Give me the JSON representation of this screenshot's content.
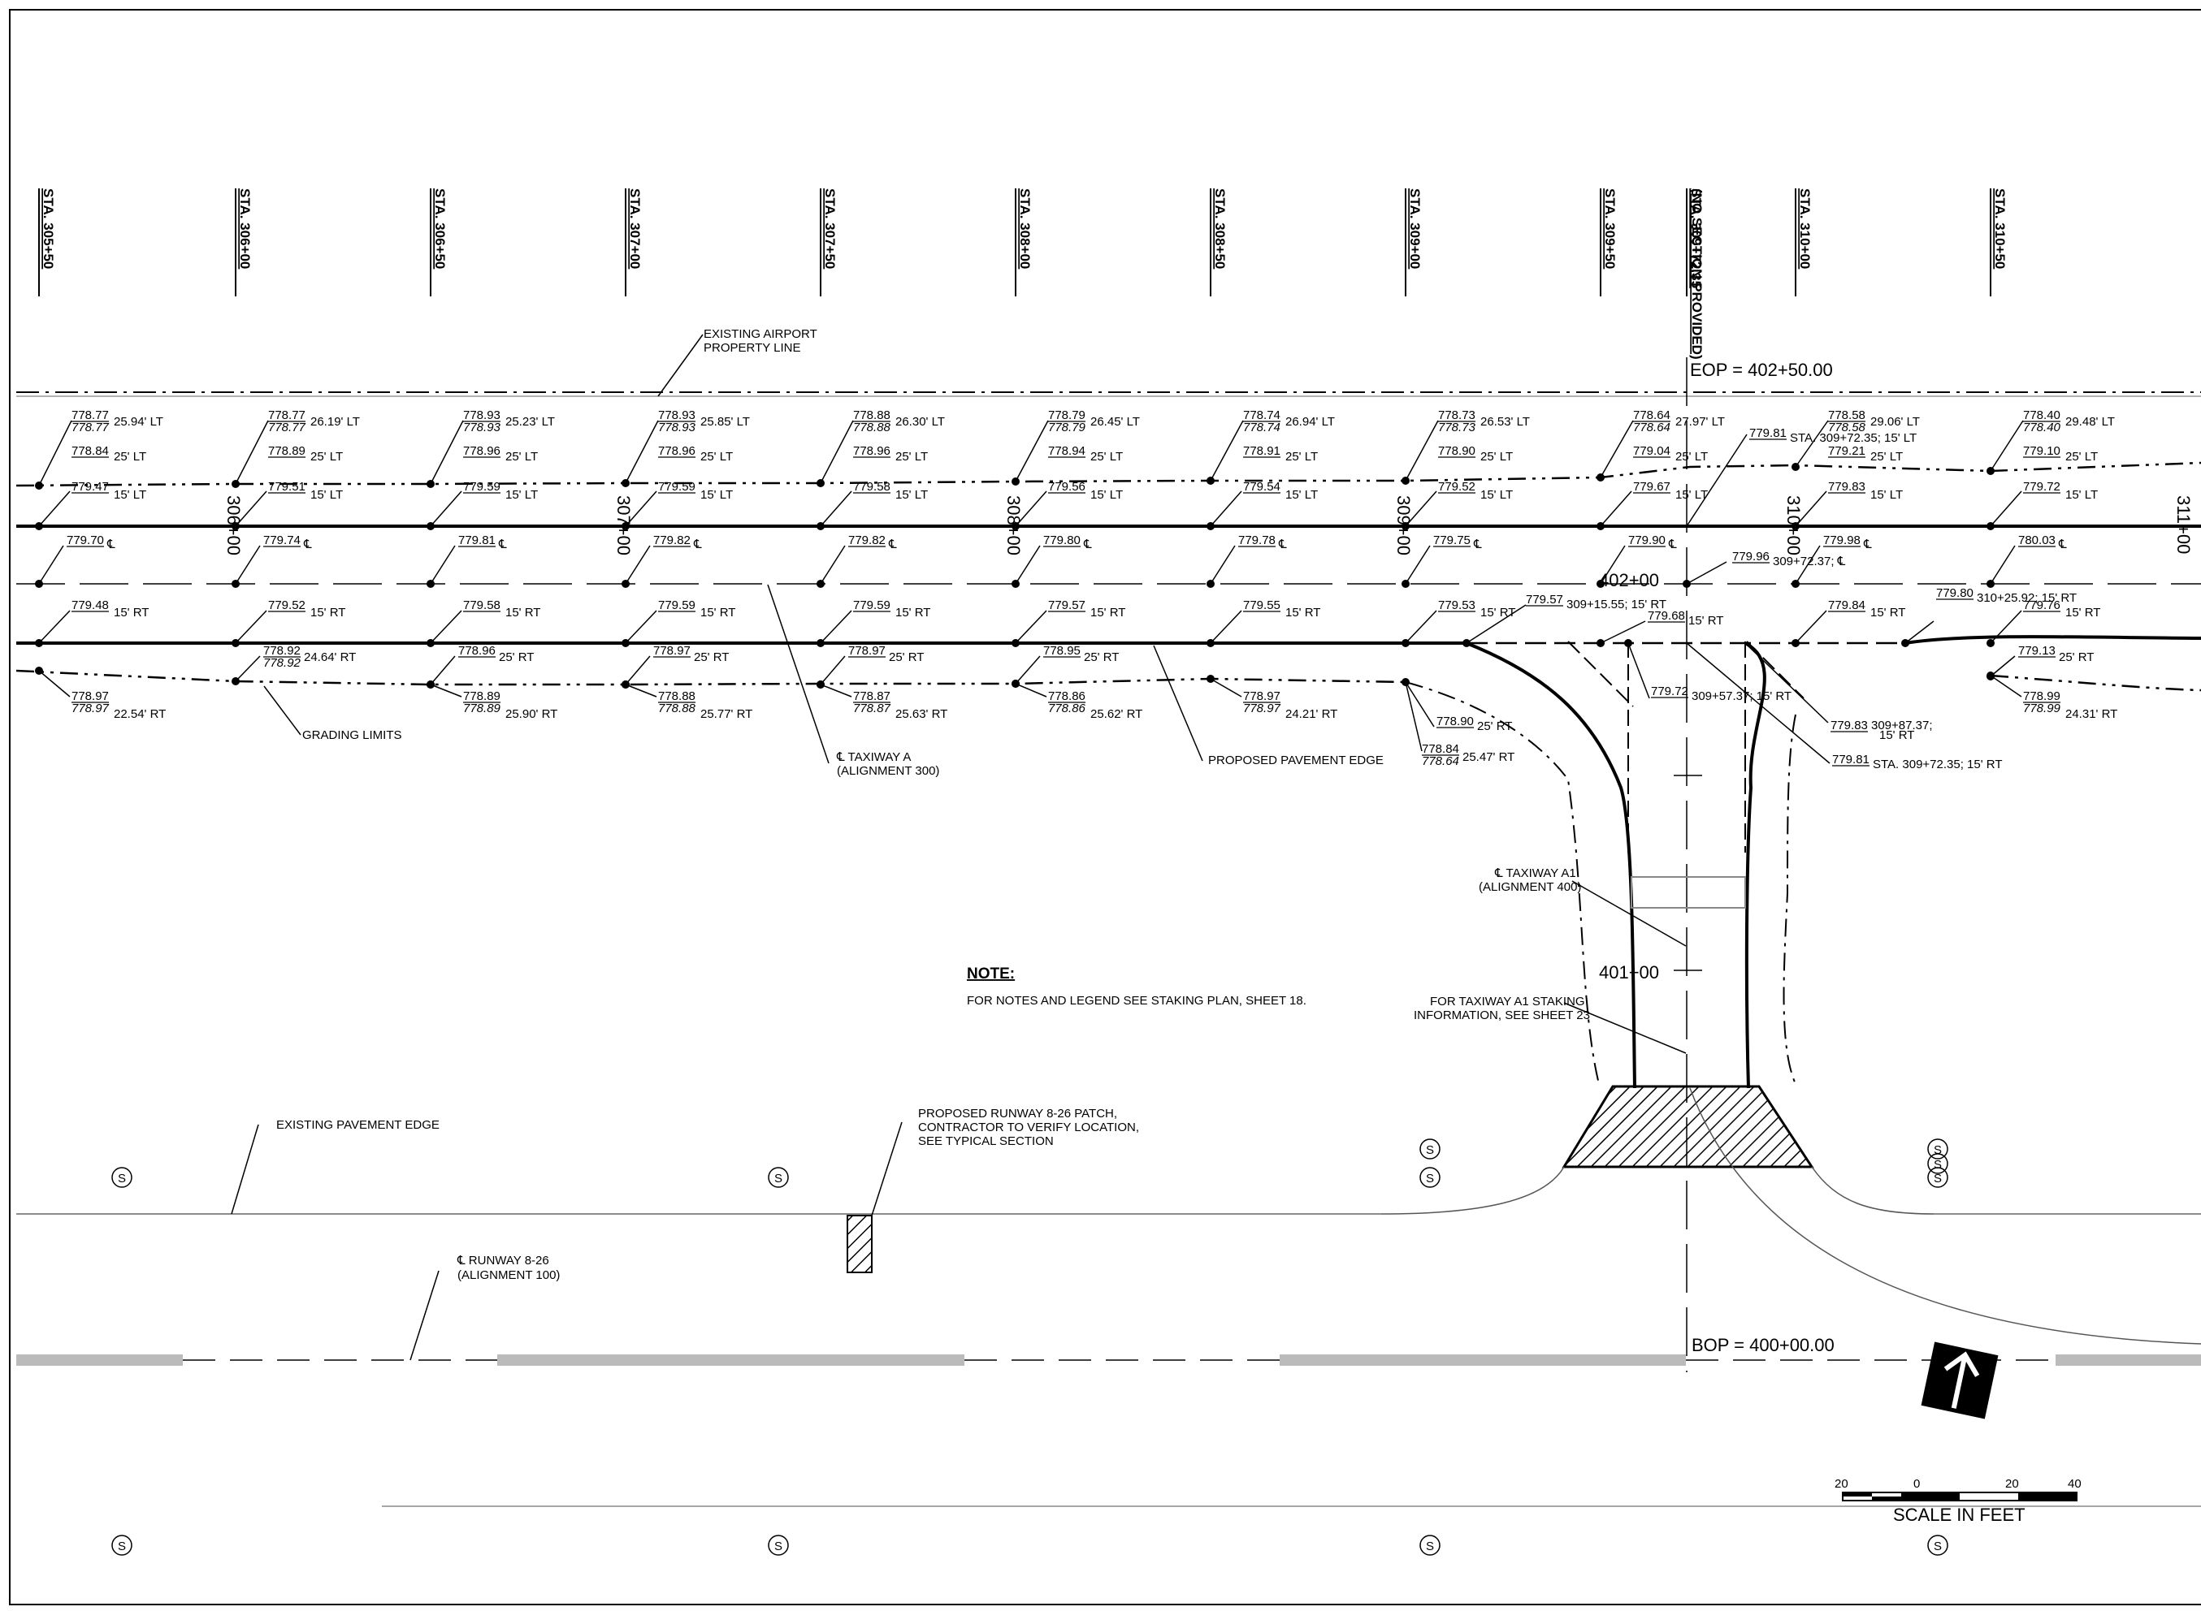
{
  "stations": [
    "STA. 305+50",
    "STA. 306+00",
    "STA. 306+50",
    "STA. 307+00",
    "STA. 307+50",
    "STA. 308+00",
    "STA. 308+50",
    "STA. 309+00",
    "STA. 309+50",
    "STA. 309+72.35",
    "STA. 310+00",
    "STA. 310+50"
  ],
  "station_note": "(NO SECTION PROVIDED)",
  "cl_station_labels": [
    "306+00",
    "307+00",
    "308+00",
    "309+00",
    "310+00",
    "311+00"
  ],
  "grading_lt": [
    {
      "top": "778.77",
      "bottom": "778.77",
      "offset": "25.94' LT"
    },
    {
      "top": "778.77",
      "bottom": "778.77",
      "offset": "26.19' LT"
    },
    {
      "top": "778.93",
      "bottom": "778.93",
      "offset": "25.23' LT"
    },
    {
      "top": "778.93",
      "bottom": "778.93",
      "offset": "25.85' LT"
    },
    {
      "top": "778.88",
      "bottom": "778.88",
      "offset": "26.30' LT"
    },
    {
      "top": "778.79",
      "bottom": "778.79",
      "offset": "26.45' LT"
    },
    {
      "top": "778.74",
      "bottom": "778.74",
      "offset": "26.94' LT"
    },
    {
      "top": "778.73",
      "bottom": "778.73",
      "offset": "26.53' LT"
    },
    {
      "top": "778.64",
      "bottom": "778.64",
      "offset": "27.97' LT"
    },
    {
      "top": "778.58",
      "bottom": "778.58",
      "offset": "29.06' LT"
    },
    {
      "top": "778.40",
      "bottom": "778.40",
      "offset": "29.48' LT"
    }
  ],
  "lt25": [
    {
      "elev": "778.84",
      "offset": "25' LT"
    },
    {
      "elev": "778.89",
      "offset": "25' LT"
    },
    {
      "elev": "778.96",
      "offset": "25' LT"
    },
    {
      "elev": "778.96",
      "offset": "25' LT"
    },
    {
      "elev": "778.96",
      "offset": "25' LT"
    },
    {
      "elev": "778.94",
      "offset": "25' LT"
    },
    {
      "elev": "778.91",
      "offset": "25' LT"
    },
    {
      "elev": "778.90",
      "offset": "25' LT"
    },
    {
      "elev": "779.04",
      "offset": "25' LT"
    },
    {
      "elev": "779.21",
      "offset": "25' LT"
    },
    {
      "elev": "779.10",
      "offset": "25' LT"
    }
  ],
  "lt15": [
    {
      "elev": "779.47",
      "offset": "15' LT"
    },
    {
      "elev": "779.51",
      "offset": "15' LT"
    },
    {
      "elev": "779.59",
      "offset": "15' LT"
    },
    {
      "elev": "779.59",
      "offset": "15' LT"
    },
    {
      "elev": "779.58",
      "offset": "15' LT"
    },
    {
      "elev": "779.56",
      "offset": "15' LT"
    },
    {
      "elev": "779.54",
      "offset": "15' LT"
    },
    {
      "elev": "779.52",
      "offset": "15' LT"
    },
    {
      "elev": "779.67",
      "offset": "15' LT"
    },
    {
      "elev": "779.83",
      "offset": "15' LT"
    },
    {
      "elev": "779.72",
      "offset": "15' LT"
    }
  ],
  "cl": [
    {
      "elev": "779.70",
      "offset": "℄"
    },
    {
      "elev": "779.74",
      "offset": "℄"
    },
    {
      "elev": "779.81",
      "offset": "℄"
    },
    {
      "elev": "779.82",
      "offset": "℄"
    },
    {
      "elev": "779.82",
      "offset": "℄"
    },
    {
      "elev": "779.80",
      "offset": "℄"
    },
    {
      "elev": "779.78",
      "offset": "℄"
    },
    {
      "elev": "779.75",
      "offset": "℄"
    },
    {
      "elev": "779.90",
      "offset": "℄"
    },
    {
      "elev": "779.98",
      "offset": "℄"
    },
    {
      "elev": "780.03",
      "offset": "℄"
    }
  ],
  "rt15": [
    {
      "elev": "779.48",
      "offset": "15' RT"
    },
    {
      "elev": "779.52",
      "offset": "15' RT"
    },
    {
      "elev": "779.58",
      "offset": "15' RT"
    },
    {
      "elev": "779.59",
      "offset": "15' RT"
    },
    {
      "elev": "779.59",
      "offset": "15' RT"
    },
    {
      "elev": "779.57",
      "offset": "15' RT"
    },
    {
      "elev": "779.55",
      "offset": "15' RT"
    },
    {
      "elev": "779.53",
      "offset": "15' RT"
    },
    {
      "elev": "779.84",
      "offset": "15' RT"
    },
    {
      "elev": "779.76",
      "offset": "15' RT"
    }
  ],
  "rt25": [
    {
      "elev": "778.92",
      "bottom": "778.92",
      "offset": "24.64' RT"
    },
    {
      "elev": "778.96",
      "offset": "25' RT"
    },
    {
      "elev": "778.97",
      "offset": "25' RT"
    },
    {
      "elev": "778.97",
      "offset": "25' RT"
    },
    {
      "elev": "778.95",
      "offset": "25' RT"
    },
    {
      "elev": "779.13",
      "offset": "25' RT"
    }
  ],
  "grading_rt": [
    {
      "top": "778.97",
      "bottom": "778.97",
      "offset": "22.54' RT"
    },
    {
      "top": "778.89",
      "bottom": "778.89",
      "offset": "25.90' RT"
    },
    {
      "top": "778.88",
      "bottom": "778.88",
      "offset": "25.77' RT"
    },
    {
      "top": "778.87",
      "bottom": "778.87",
      "offset": "25.63' RT"
    },
    {
      "top": "778.86",
      "bottom": "778.86",
      "offset": "25.62' RT"
    },
    {
      "top": "778.97",
      "bottom": "778.97",
      "offset": "24.21' RT"
    },
    {
      "top": "778.99",
      "bottom": "778.99",
      "offset": "24.31' RT"
    }
  ],
  "junction": {
    "a_elev": "779.57",
    "a_text": "309+15.55; 15' RT",
    "b_elev": "779.68",
    "b_text": "15' RT",
    "c_elev": "779.96",
    "c_text": "309+72.37; ℄",
    "d_elev": "779.81",
    "d_text": "STA. 309+72.35; 15' LT",
    "e_elev": "779.80",
    "e_text": "310+25.92; 15' RT",
    "f_elev": "779.72",
    "f_text": "309+57.37; 15' RT",
    "g_elev": "779.83",
    "g_text": "309+87.37;",
    "g_text2": "15' RT",
    "h_elev": "779.81",
    "h_text": "STA. 309+72.35; 15' RT",
    "i_elev": "778.90",
    "i_text": "25' RT",
    "j_top": "778.84",
    "j_bottom": "778.64",
    "j_text": "25.47' RT"
  },
  "annotations": {
    "property_line": [
      "EXISTING AIRPORT",
      "PROPERTY LINE"
    ],
    "grading_limits": "GRADING LIMITS",
    "taxiway_a": [
      "℄ TAXIWAY A",
      "(ALIGNMENT 300)"
    ],
    "proposed_edge": "PROPOSED PAVEMENT EDGE",
    "taxiway_a1": [
      "℄ TAXIWAY A1",
      "(ALIGNMENT 400)"
    ],
    "a1_staking": [
      "FOR TAXIWAY A1 STAKING",
      "INFORMATION, SEE SHEET 23"
    ],
    "note_title": "NOTE:",
    "note_text": "FOR NOTES AND LEGEND SEE STAKING PLAN, SHEET 18.",
    "existing_edge": "EXISTING PAVEMENT EDGE",
    "runway_patch": [
      "PROPOSED RUNWAY 8-26 PATCH,",
      "CONTRACTOR TO VERIFY LOCATION,",
      "SEE TYPICAL SECTION"
    ],
    "runway_cl": [
      "℄ RUNWAY 8-26",
      "(ALIGNMENT 100)"
    ],
    "eop": "EOP  =  402+50.00",
    "bop": "BOP  =  400+00.00",
    "sta_402": "402+00",
    "sta_401": "401+00"
  },
  "scale": {
    "ticks": [
      "20",
      "0",
      "20",
      "40"
    ],
    "label": "SCALE IN FEET"
  },
  "symbols": {
    "sewer": "S",
    "north": "north-arrow-icon"
  }
}
